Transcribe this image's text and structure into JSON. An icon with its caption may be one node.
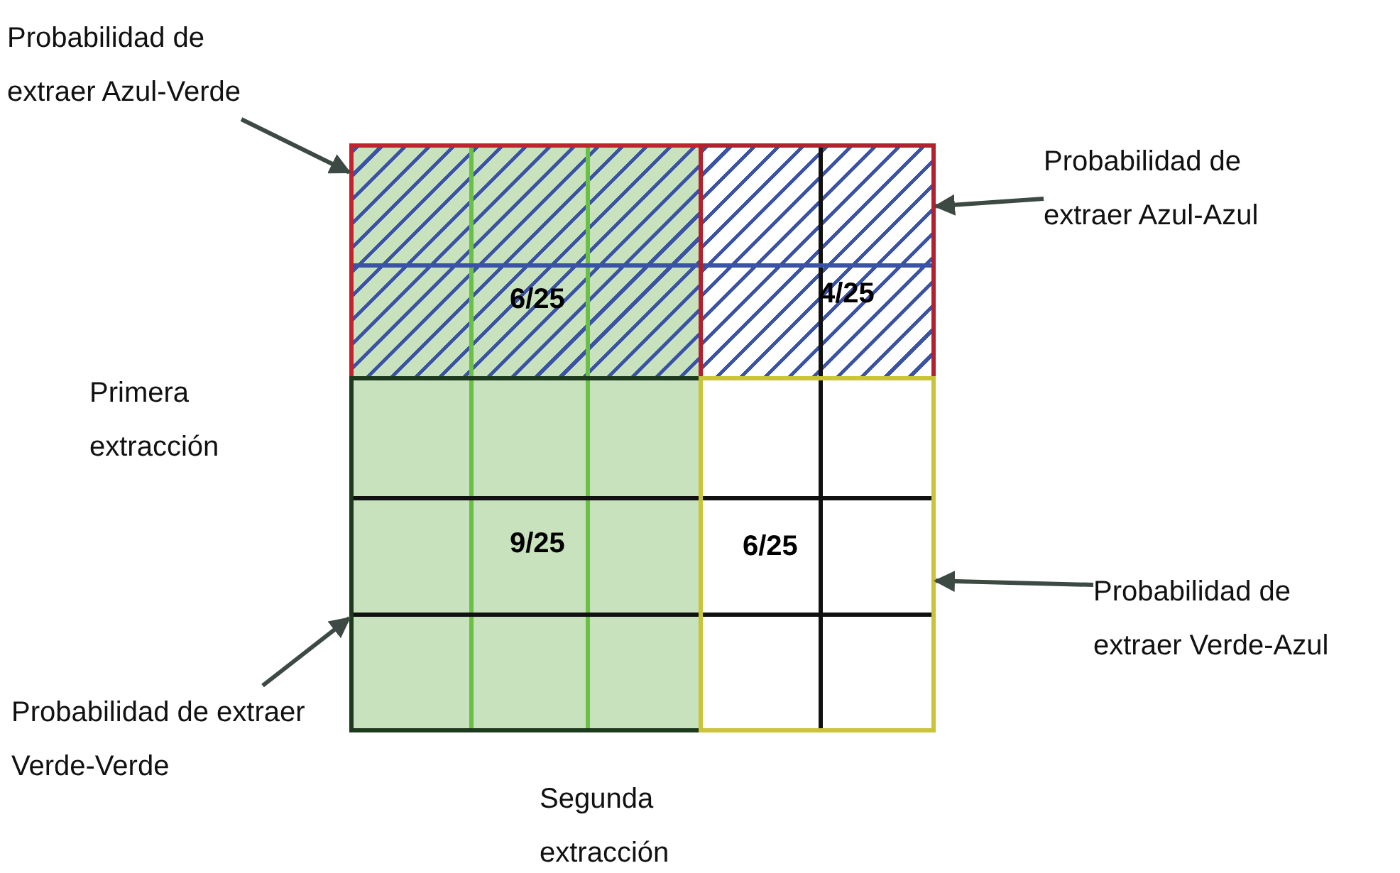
{
  "diagram": {
    "nodes": [
      {
        "text": [
          "6/25"
        ]
      },
      {
        "text": [
          "4/25"
        ]
      },
      {
        "text": [
          "9/25"
        ]
      },
      {
        "text": [
          "6/25"
        ]
      },
      {
        "text": [
          "Probabilidad de extraer Azul-Verde"
        ]
      },
      {
        "text": [
          "Probabilidad de extraer Azul-Azul"
        ]
      },
      {
        "text": [
          "Probabilidad de extraer Verde-Azul"
        ]
      },
      {
        "text": [
          "Probabilidad de extraer Verde-Verde"
        ]
      }
    ],
    "edges": [
      {
        "from": 4,
        "to": 0,
        "arrow": "to"
      },
      {
        "from": 5,
        "to": 1,
        "arrow": "to"
      },
      {
        "from": 6,
        "to": 3,
        "arrow": "to"
      },
      {
        "from": 7,
        "to": 2,
        "arrow": "to"
      }
    ],
    "labels": [
      "Primera extracción",
      "Segunda extracción"
    ]
  }
}
